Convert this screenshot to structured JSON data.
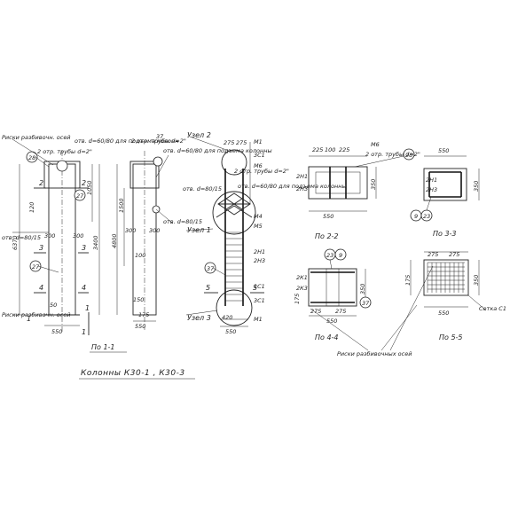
{
  "drawing": {
    "title": "Колонны К30-1 , К30-3",
    "section_labels": {
      "s11": "По 1-1",
      "s22": "По 2-2",
      "s33": "По 3-3",
      "s44": "По 4-4",
      "s55": "По 5-5"
    },
    "node_labels": {
      "n1": "Узел 1",
      "n2": "Узел 2",
      "n3": "Узел 3"
    },
    "notes": {
      "axis_top": "Риски разбивочн. осей",
      "axis_bottom": "Риски разбивочн. осей",
      "axis_right": "Риски разбивочных осей",
      "hole_top": "отв. d=60/80 для подъема колонн",
      "pipe_pieces": "2 отр. трубы d=2\"",
      "hole_mid": "отв. d=60/80 для подъема колонны",
      "hole_mid2": "отв. d=60/80 для подъема колонны",
      "hole_low": "отв. d=80/15",
      "hole_side": "отв. d=80/15",
      "hole_node": "отв. d=80/15",
      "mesh": "Сетка С1"
    },
    "callouts": [
      "28",
      "27",
      "27",
      "37",
      "37",
      "23",
      "9",
      "37",
      "28",
      "9",
      "23"
    ],
    "marks": [
      "М1",
      "3С1",
      "М6",
      "М4",
      "М5",
      "2Н1",
      "2Н3",
      "1С1",
      "3С1",
      "М1",
      "М6",
      "2Н1",
      "2Н3",
      "2К1",
      "2К3"
    ],
    "dims": {
      "width_550": "550",
      "d275": "275",
      "d225": "225",
      "d100": "100",
      "d350": "350",
      "d1050": "1050",
      "d4800": "4800",
      "d3400": "3400",
      "d6370": "6370",
      "d120": "120",
      "d300": "300",
      "d175": "175",
      "d420": "420",
      "d50": "50",
      "d100b": "100",
      "d150": "150",
      "d1500": "1500"
    },
    "cut_numbers": [
      "2",
      "2",
      "3",
      "3",
      "4",
      "4",
      "5",
      "5",
      "1",
      "1",
      "1"
    ]
  }
}
